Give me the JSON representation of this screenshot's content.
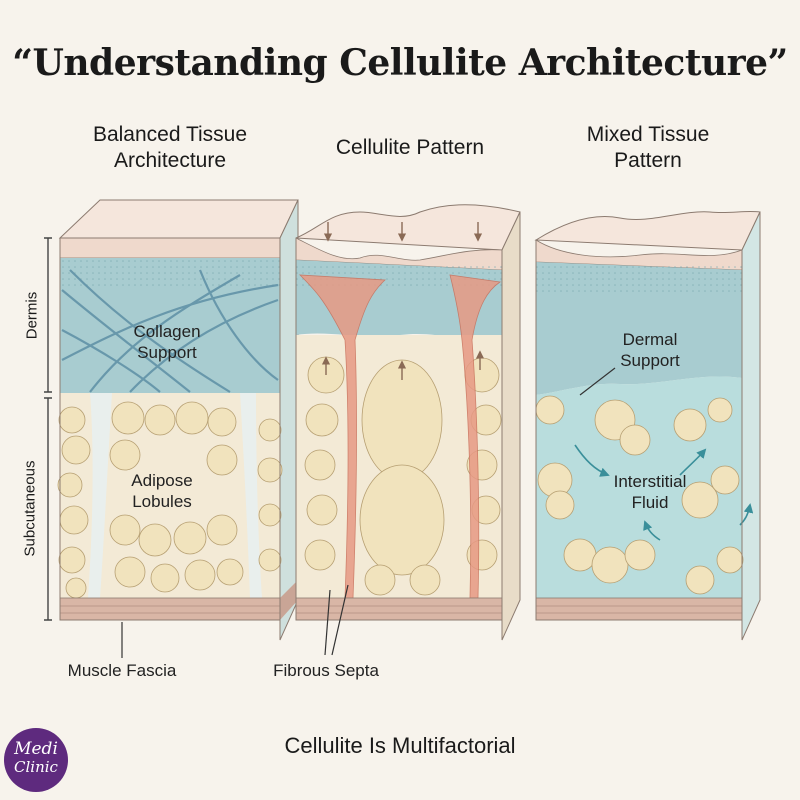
{
  "title": "“Understanding Cellulite Architecture”",
  "panels": [
    {
      "title_line1": "Balanced Tissue",
      "title_line2": "Architecture"
    },
    {
      "title_line1": "Cellulite Pattern",
      "title_line2": ""
    },
    {
      "title_line1": "Mixed Tissue",
      "title_line2": "Pattern"
    }
  ],
  "layers": {
    "dermis": "Dermis",
    "subcutaneous": "Subcutaneous"
  },
  "labels": {
    "collagen_1": "Collagen",
    "collagen_2": "Support",
    "adipose_1": "Adipose",
    "adipose_2": "Lobules",
    "dermal_1": "Dermal",
    "dermal_2": "Support",
    "fluid_1": "Interstitial",
    "fluid_2": "Fluid",
    "muscle_fascia": "Muscle Fascia",
    "fibrous_septa": "Fibrous Septa"
  },
  "footer": "Cellulite Is Multifactorial",
  "logo": {
    "line1": "Medi",
    "line2": "Clinic"
  },
  "colors": {
    "dermis": "#a8ccd0",
    "fat": "#f1e3bd",
    "septa": "#e79a84",
    "fluid": "#b9dddd",
    "fascia": "#d9b6a6",
    "skin": "#efd9cc",
    "logo": "#5e2a7e"
  }
}
